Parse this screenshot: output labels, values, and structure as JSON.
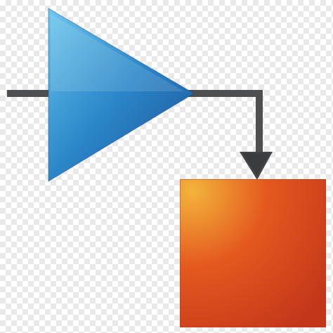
{
  "icon": {
    "name": "signal-flow-icon",
    "components": [
      "amplifier-triangle",
      "connector-line",
      "arrowhead",
      "output-block"
    ],
    "colors": {
      "amplifier_light": "#6cc6ee",
      "amplifier_mid": "#2a86c8",
      "amplifier_dark": "#1b4e93",
      "wire": "#4d4f51",
      "block_light": "#f3b43a",
      "block_mid": "#e4581f",
      "block_dark": "#c4361a",
      "background_checker": "#e9e9e9"
    }
  }
}
